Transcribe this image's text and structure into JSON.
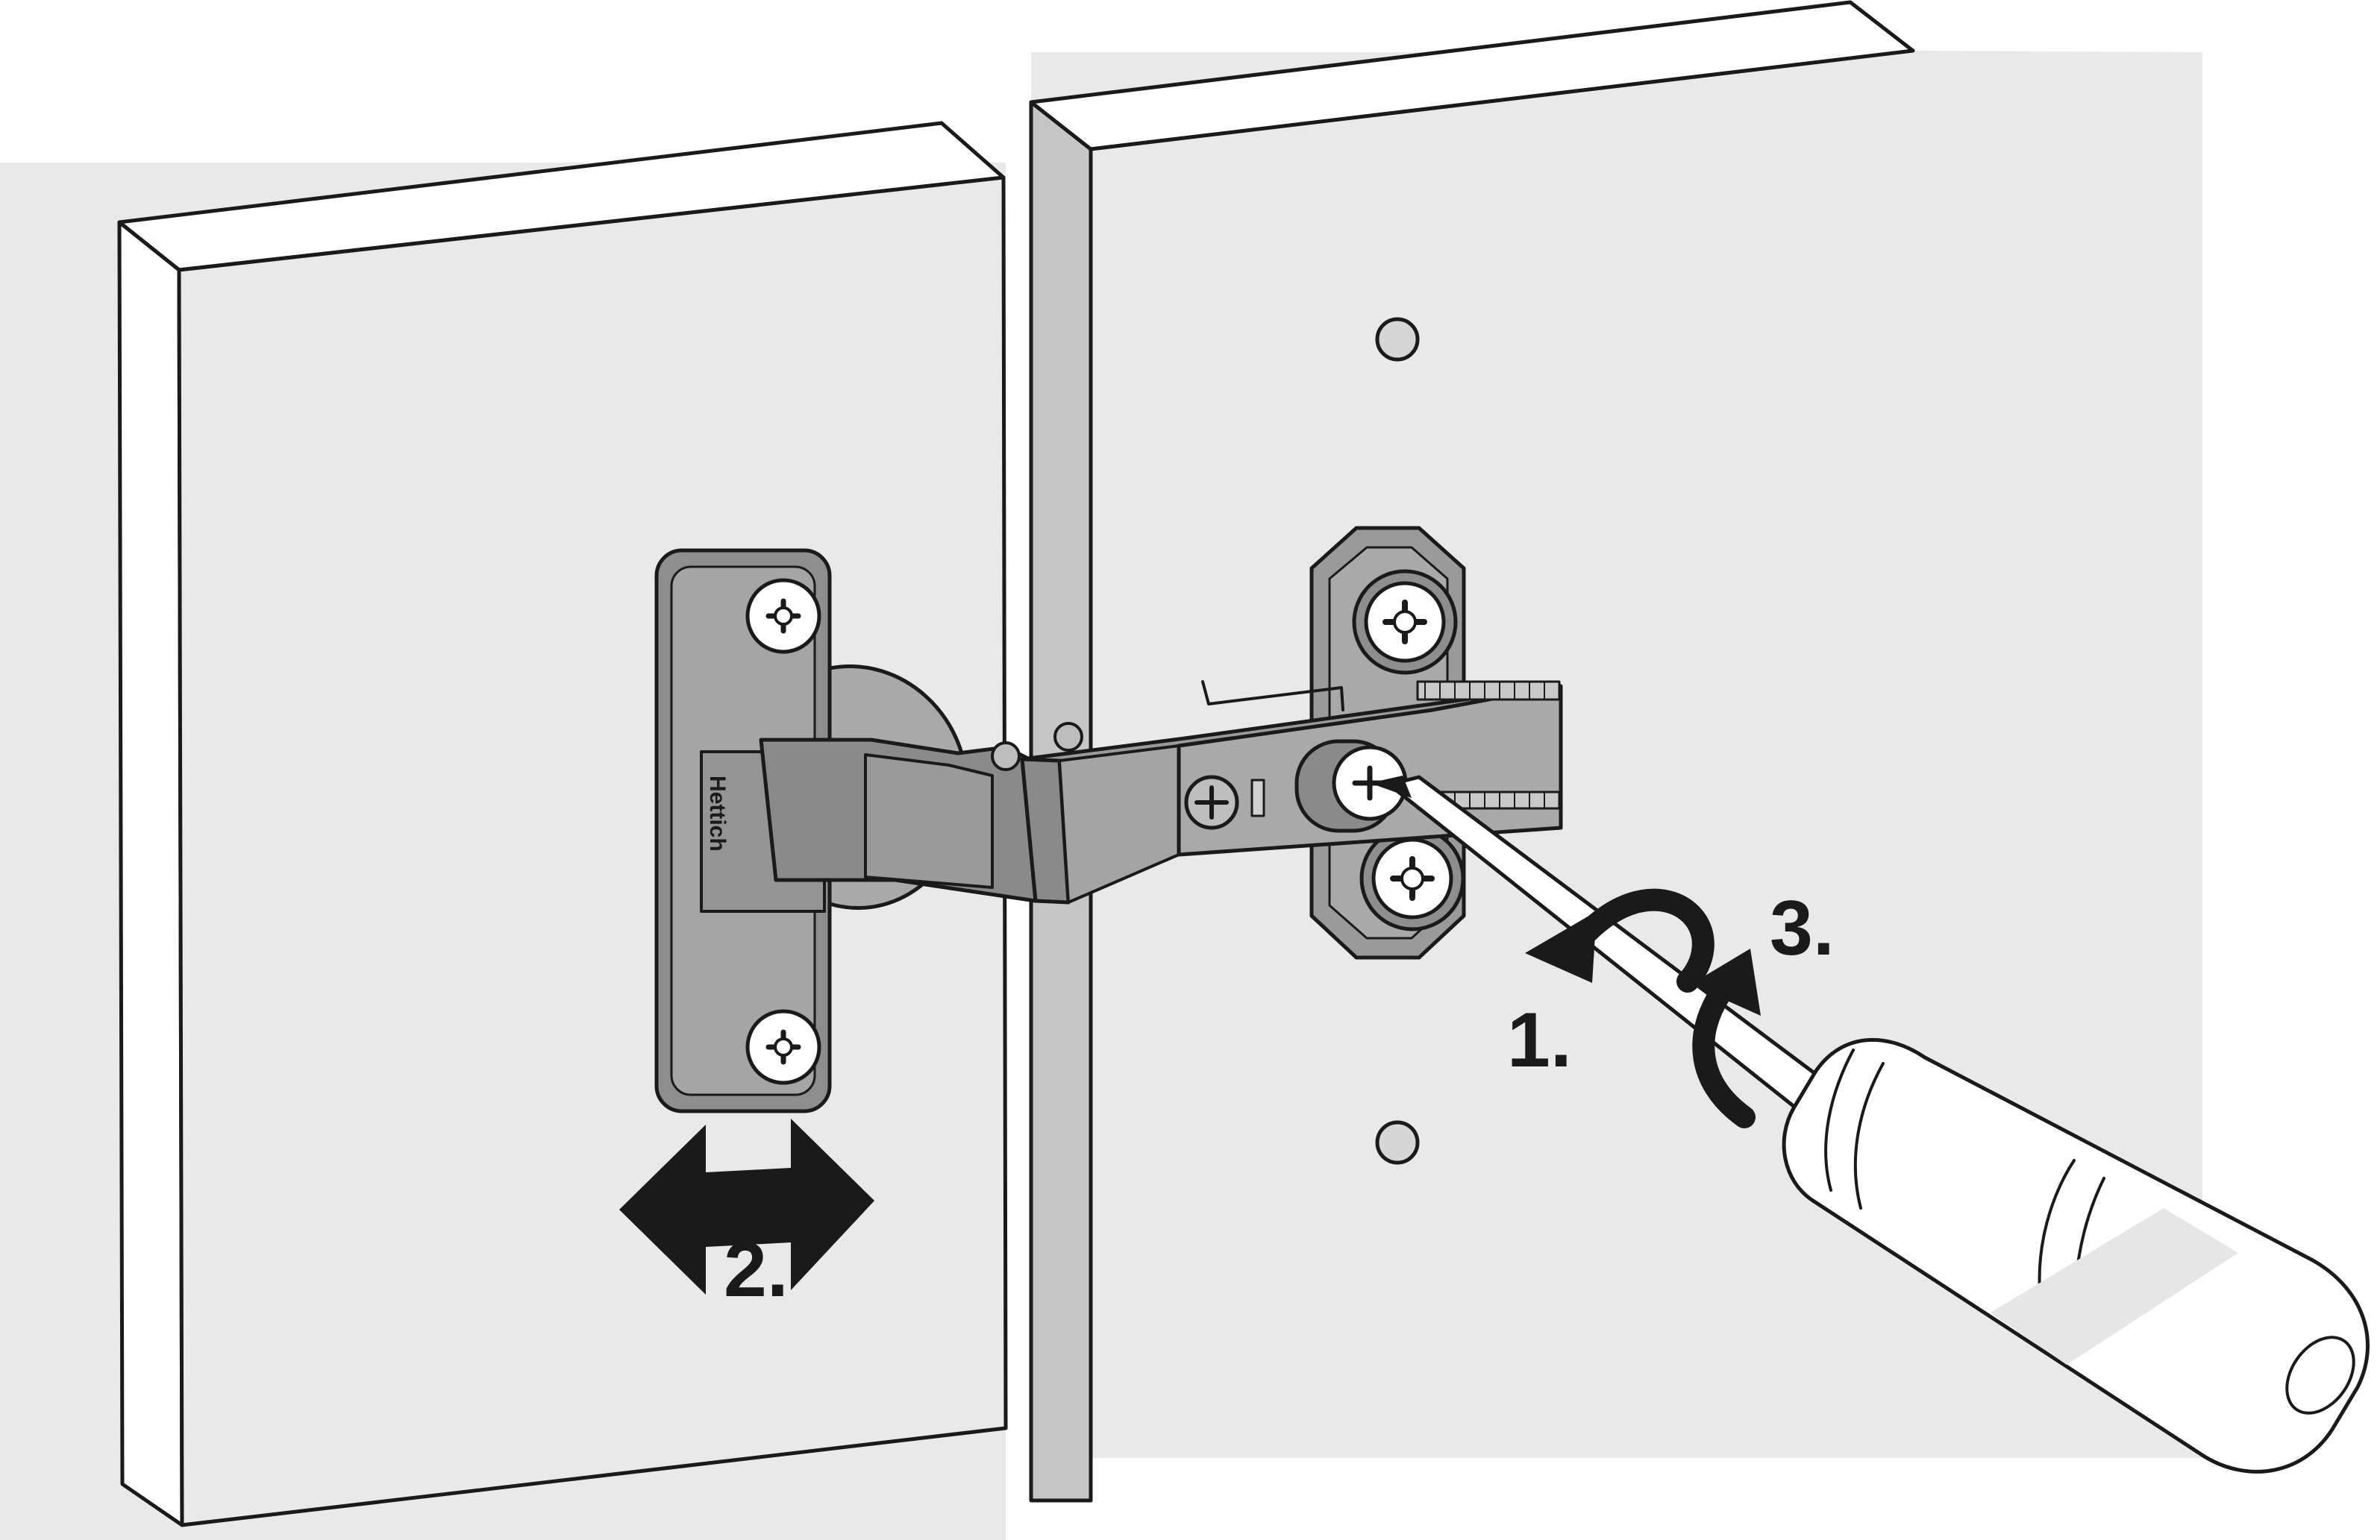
{
  "diagram": {
    "steps": [
      {
        "label": "1.",
        "meaning": "loosen screw counter-clockwise"
      },
      {
        "label": "2.",
        "meaning": "slide door sideways"
      },
      {
        "label": "3.",
        "meaning": "tighten screw clockwise"
      }
    ],
    "brand": "Hettich",
    "colors": {
      "background_panel": "#e9e9e9",
      "cabinet_edge": "#c6c6c6",
      "surface": "#ffffff",
      "metal": "#9a9a9a",
      "metal_dark": "#7f7f7f",
      "metal_light": "#b8b8b8",
      "line": "#1a1a1a"
    }
  }
}
